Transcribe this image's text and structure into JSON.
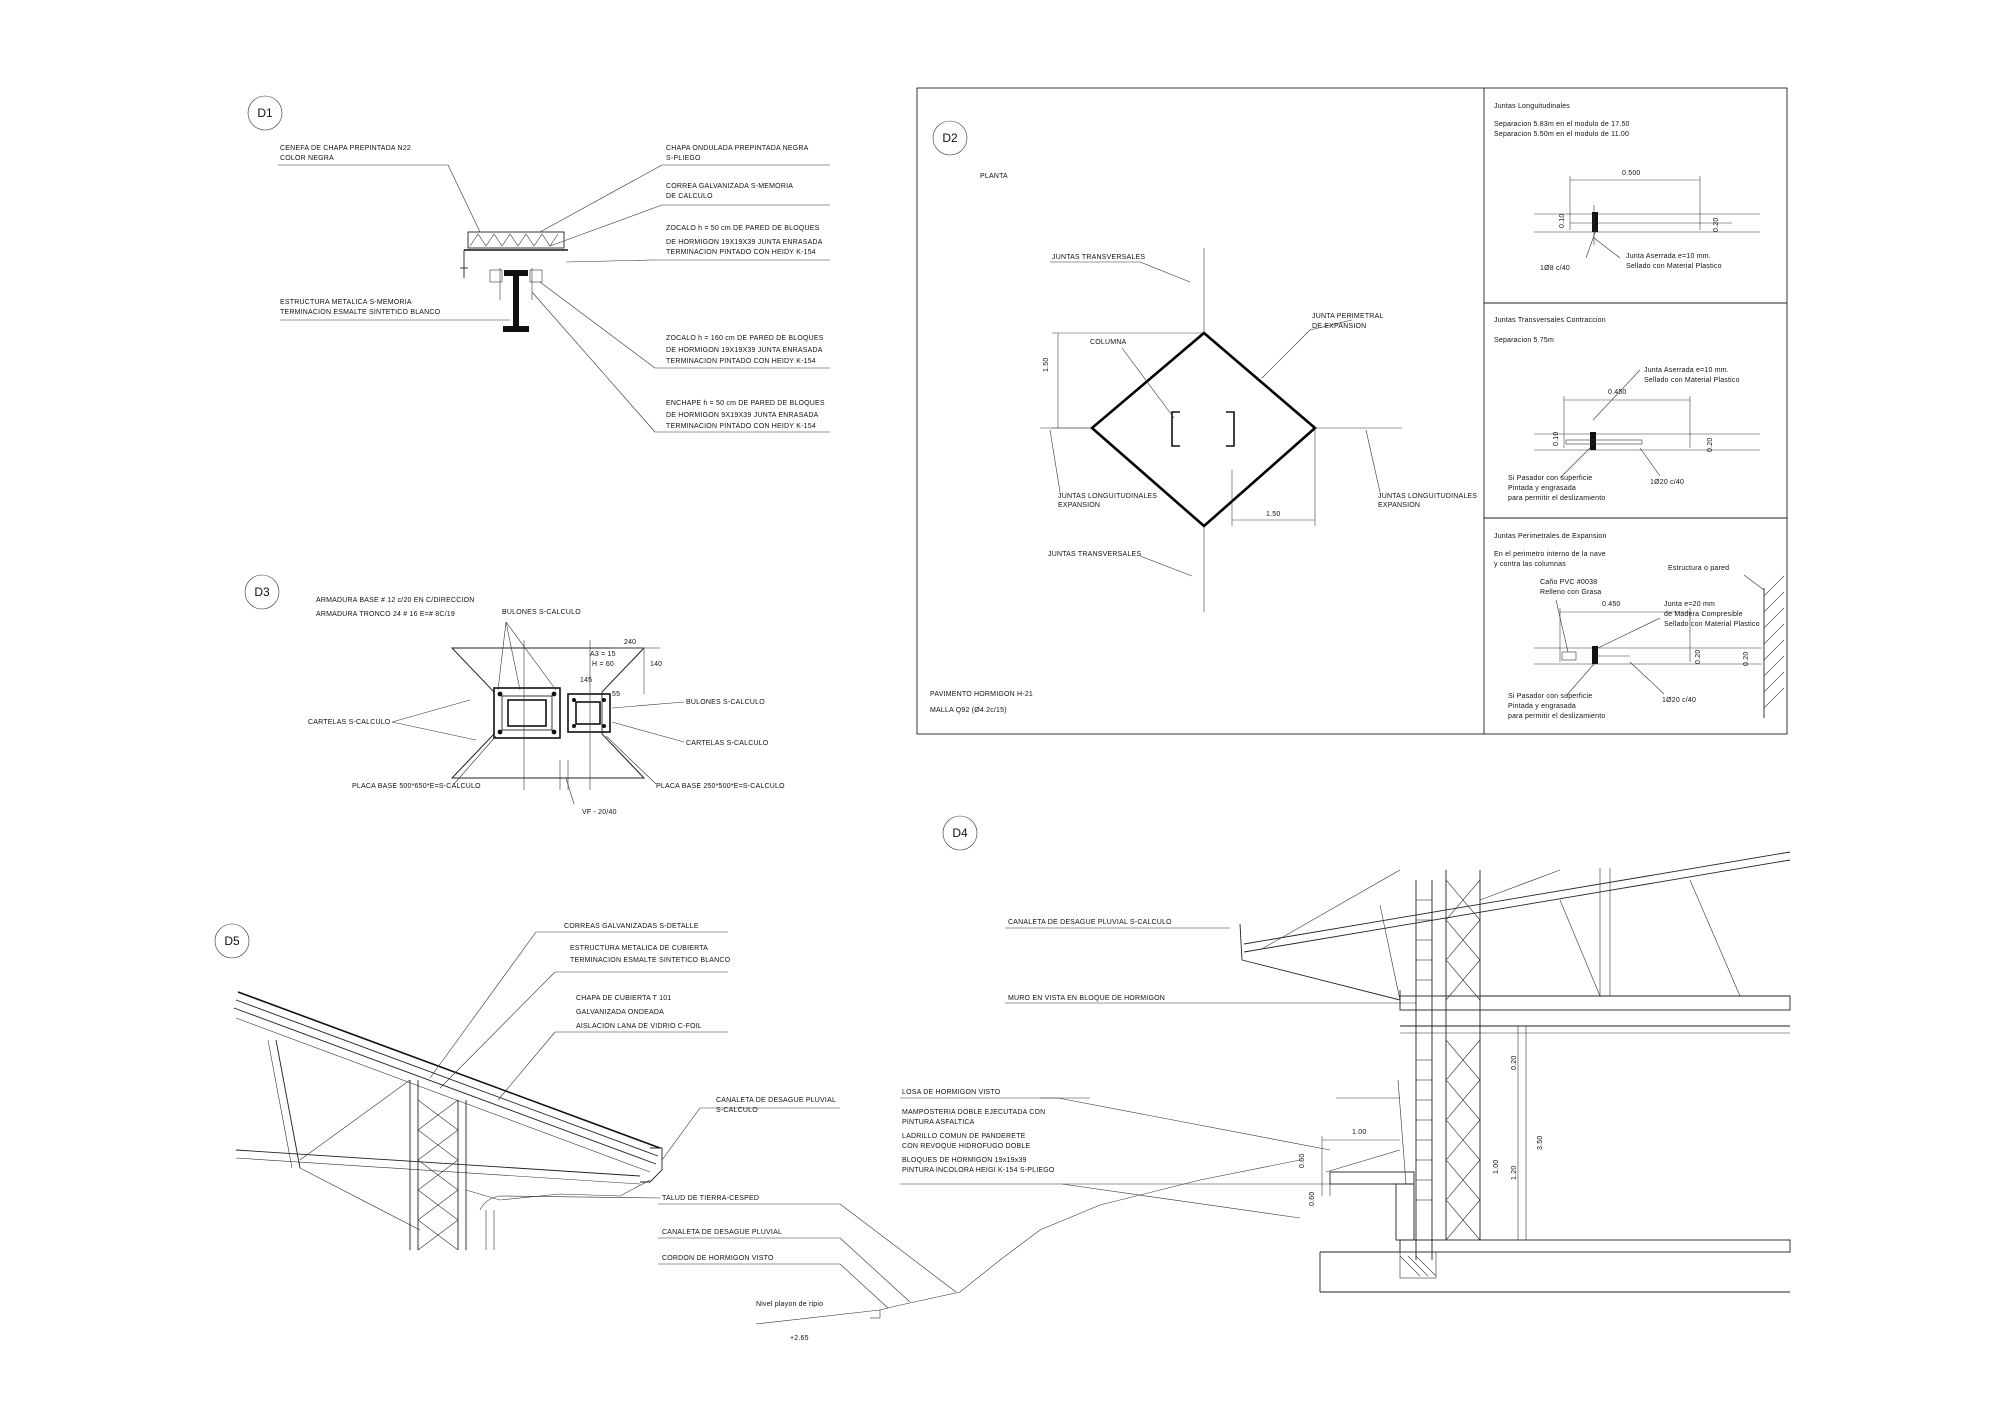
{
  "details": {
    "d1": {
      "tag": "D1",
      "labels": [
        "CENEFA DE CHAPA PREPINTADA N22",
        "COLOR NEGRA",
        "CHAPA ONDULADA PREPINTADA NEGRA",
        "S-PLIEGO",
        "CORREA GALVANIZADA  S-MEMORIA",
        "DE CALCULO",
        "ZOCALO h = 50 cm DE PARED DE BLOQUES",
        "DE HORMIGON 19X19X39 JUNTA ENRASADA",
        "TERMINACION PINTADO CON HEIDY K-154",
        "ESTRUCTURA METALICA  S-MEMORIA",
        "TERMINACION ESMALTE SINTETICO BLANCO",
        "ZOCALO h = 160 cm DE PARED DE BLOQUES",
        "DE HORMIGON 19X19X39 JUNTA ENRASADA",
        "TERMINACION PINTADO CON HEIDY K-154",
        "ENCHAPE h = 50 cm DE PARED DE BLOQUES",
        "DE HORMIGON 9X19X39 JUNTA ENRASADA",
        "TERMINACION PINTADO CON HEIDY K-154"
      ]
    },
    "d2": {
      "tag": "D2",
      "title": "PLANTA",
      "labels": [
        "JUNTAS TRANSVERSALES",
        "JUNTA PERIMETRAL",
        "DE EXPANSION",
        "COLUMNA",
        "JUNTAS LONGUITUDINALES",
        "EXPANSION",
        "JUNTAS LONGUITUDINALES",
        "EXPANSION",
        "JUNTAS TRANSVERSALES"
      ],
      "dims": [
        "1.50",
        "1.50"
      ],
      "notes": [
        "PAVIMENTO HORMIGON H-21",
        "MALLA Q92 (Ø4.2c/15)"
      ],
      "panel_long": {
        "title": "Juntas Longuitudinales",
        "lines": [
          "Separacion 5.83m en el modulo de 17.50",
          "Separacion 5.50m en el modulo de 11.00"
        ],
        "dims": [
          "0.500",
          "0.10",
          "0.20"
        ],
        "labels": [
          "1Ø8 c/40",
          "Junta Aserrada e=10 mm.",
          "Sellado con Material Plastico"
        ]
      },
      "panel_transv": {
        "title": "Juntas Transversales Contraccion",
        "lines": [
          "Separacion 5.75m"
        ],
        "dims": [
          "0.450",
          "0.10",
          "0.20"
        ],
        "labels": [
          "Junta Aserrada e=10 mm.",
          "Sellado con Material Plastico",
          "Si Pasador con superficie",
          "Pintada y engrasada",
          "para permitir el deslizamiento",
          "1Ø20 c/40"
        ]
      },
      "panel_perim": {
        "title": "Juntas Perimetrales de Expansion",
        "lines": [
          "En el perimetro interno de la nave",
          "y contra las columnas"
        ],
        "dims": [
          "0.450",
          "0.20",
          "0.20"
        ],
        "labels": [
          "Estructura o pared",
          "Caño PVC #0038",
          "Relleno con Grasa",
          "Junta  e=20 mm",
          "de Madera Compresible",
          "Sellado con Material Plastico",
          "Si Pasador con superficie",
          "Pintada y engrasada",
          "para permitir el deslizamiento",
          "1Ø20 c/40"
        ]
      }
    },
    "d3": {
      "tag": "D3",
      "labels": [
        "ARMADURA BASE # 12 c/20 EN C/DIRECCION",
        "ARMADURA TRONCO  24 # 16 E=# 8C/19",
        "BULONES S-CALCULO",
        "BULONES S-CALCULO",
        "CARTELAS S-CALCULO",
        "CARTELAS S-CALCULO",
        "PLACA BASE 500*650*E=S-CALCULO",
        "PLACA BASE 250*500*E=S-CALCULO",
        "VF - 20/40"
      ],
      "dims": [
        "240",
        "140",
        "145",
        "55",
        "A3 = 15",
        "H = 60"
      ]
    },
    "d4": {
      "tag": "D4",
      "labels": [
        "CANALETA DE DESAGUE PLUVIAL S-CALCULO",
        "MURO EN VISTA EN BLOQUE DE HORMIGON",
        "LOSA DE HORMIGON VISTO",
        "MAMPOSTERIA DOBLE EJECUTADA CON",
        "PINTURA ASFALTICA",
        "LADRILLO COMUN DE PANDERETE",
        "CON REVOQUE HIDROFUGO DOBLE",
        "BLOQUES DE HORMIGON 19x19x39",
        "PINTURA INCOLORA HEIGI K-154 S-PLIEGO"
      ],
      "dims": [
        "1.00",
        "0.60",
        "0.60",
        "0.20",
        "3.50",
        "1.20",
        "1.00"
      ]
    },
    "d5": {
      "tag": "D5",
      "labels": [
        "CORREAS GALVANIZADAS S-DETALLE",
        "ESTRUCTURA METALICA DE CUBIERTA",
        "TERMINACION ESMALTE SINTETICO BLANCO",
        "CHAPA DE CUBIERTA T 101",
        "GALVANIZADA ONDEADA",
        "AISLACION LANA DE VIDRIO C-FOIL",
        "CANALETA DE DESAGUE PLUVIAL",
        "S-CALCULO",
        "TALUD DE TIERRA-CESPED",
        "CANALETA DE DESAGUE PLUVIAL",
        "CORDON DE HORMIGON VISTO",
        "Nivel playon de ripio",
        "+2.65"
      ]
    }
  }
}
